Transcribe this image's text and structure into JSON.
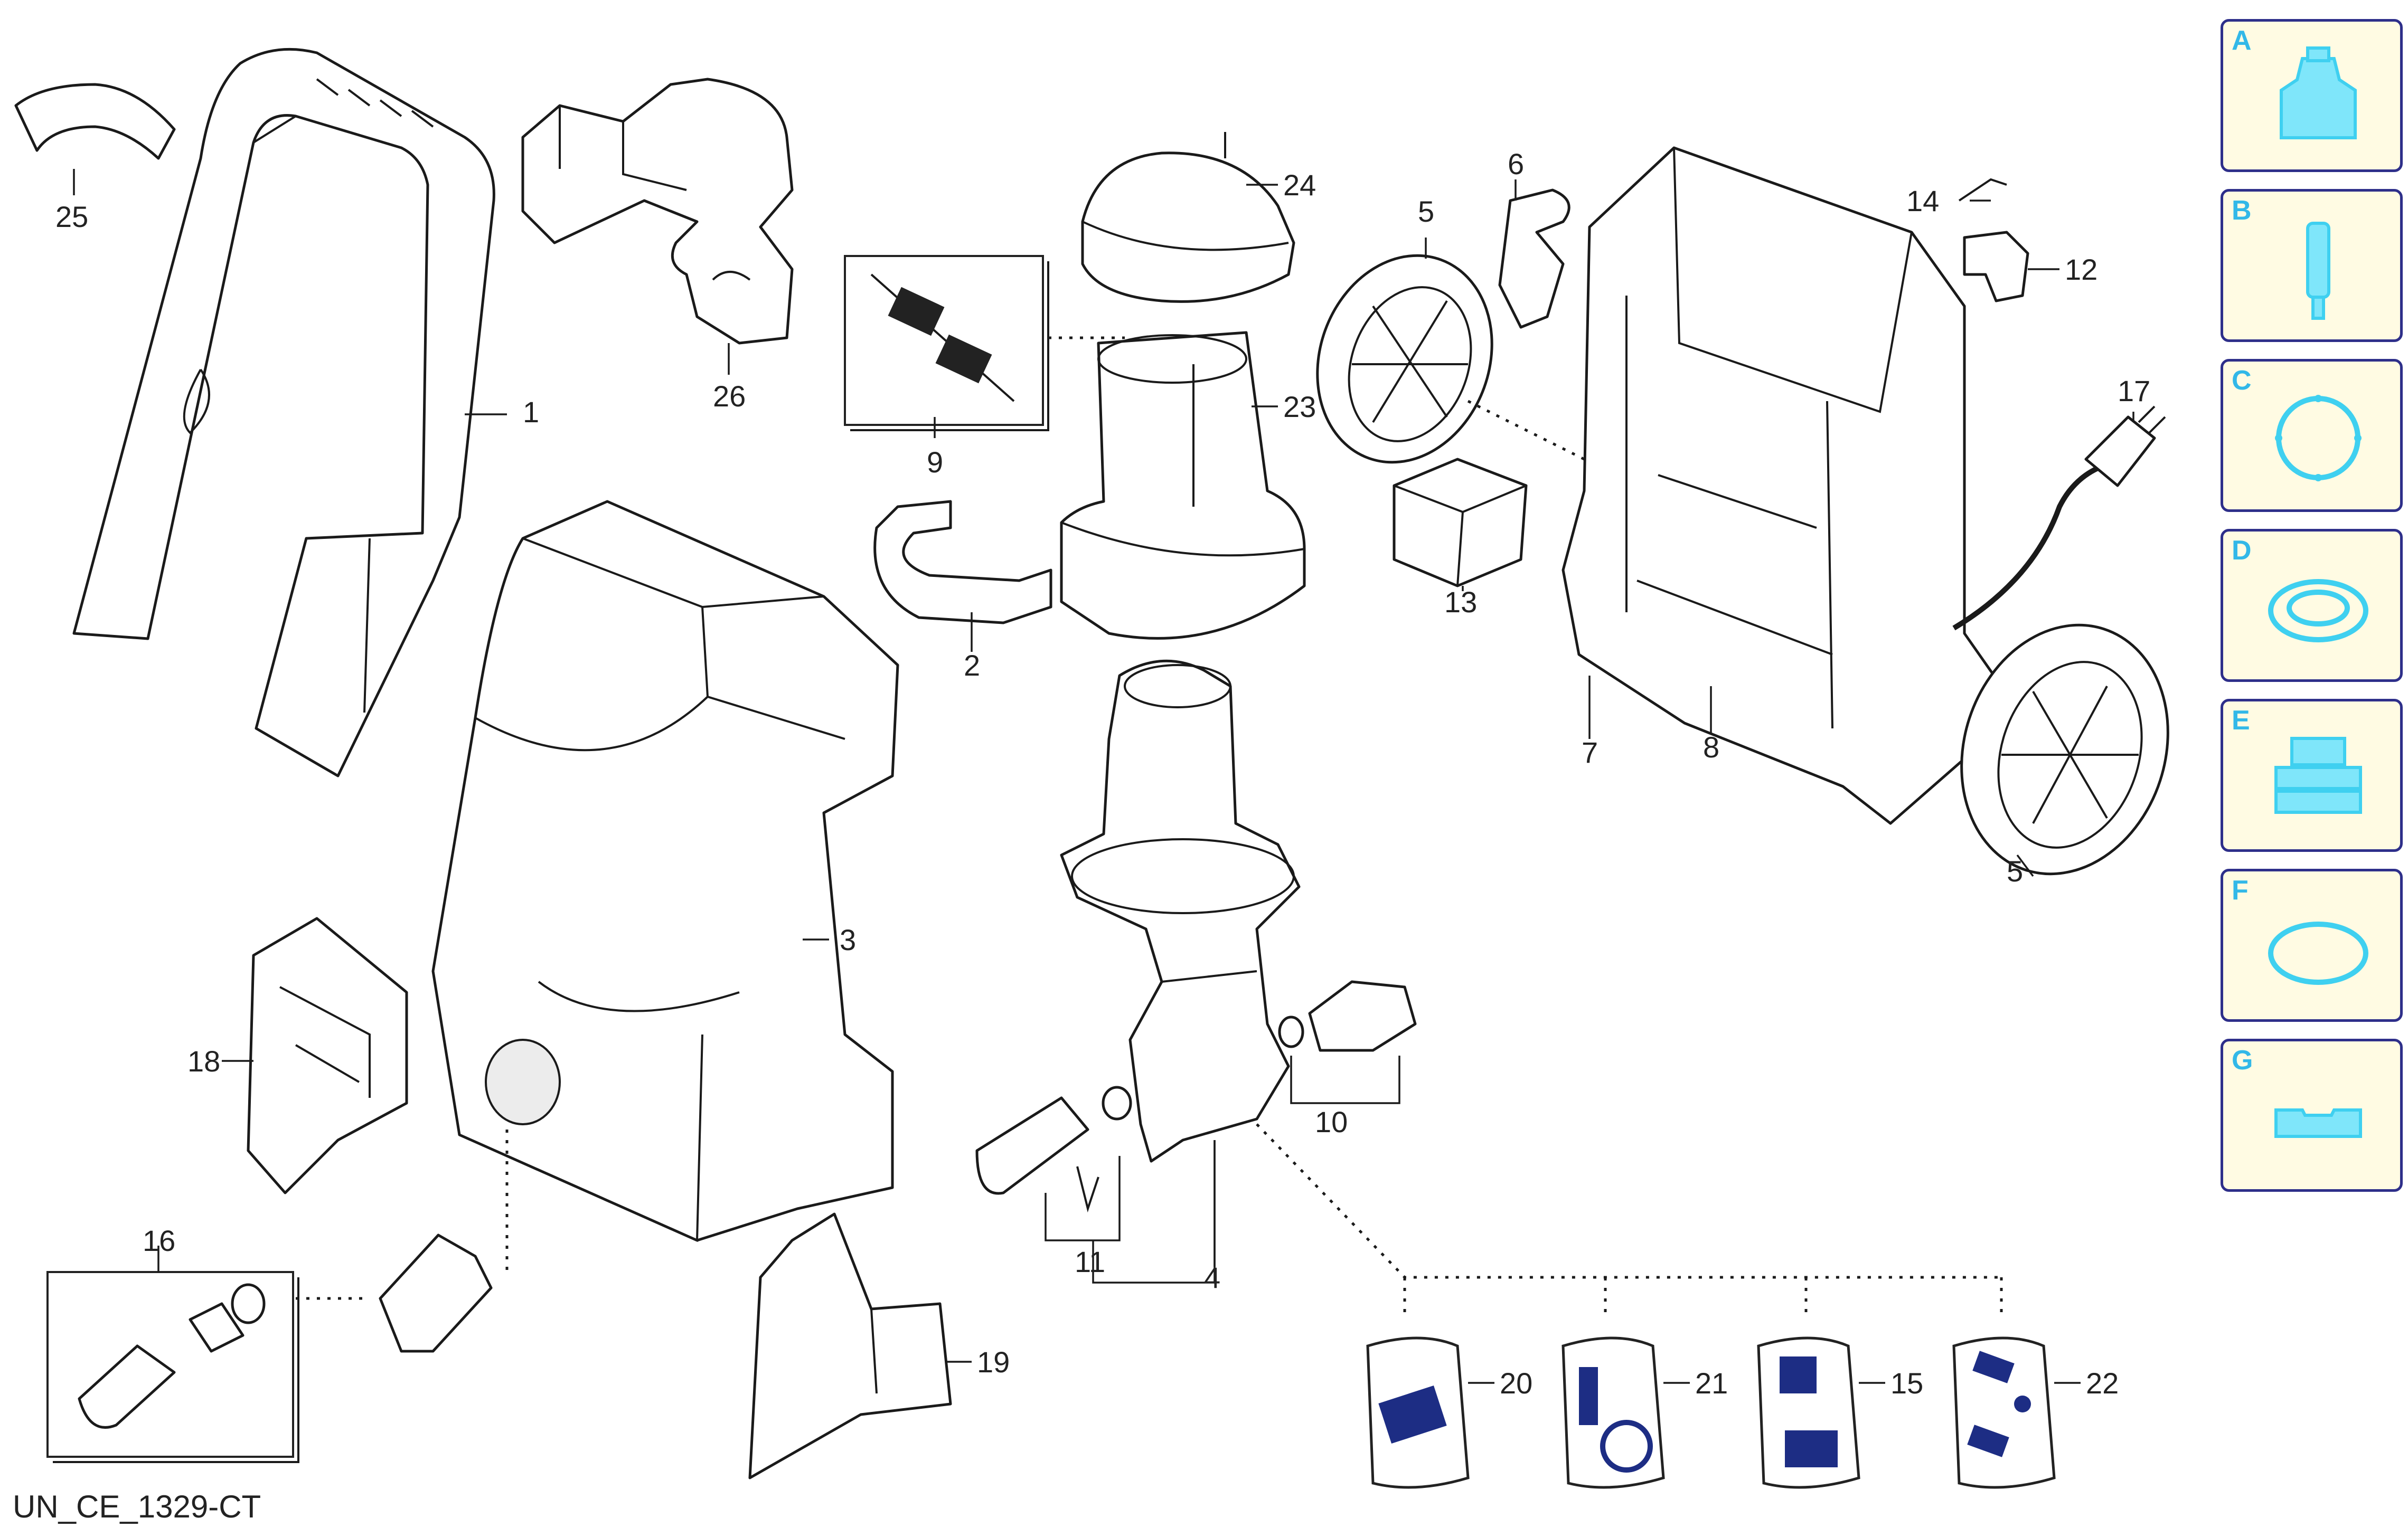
{
  "document_code": "UN_CE_1329-CT",
  "callouts": [
    "1",
    "2",
    "3",
    "4",
    "5",
    "5",
    "6",
    "7",
    "8",
    "9",
    "10",
    "11",
    "12",
    "13",
    "14",
    "15",
    "16",
    "17",
    "18",
    "19",
    "20",
    "21",
    "22",
    "23",
    "24",
    "25",
    "26"
  ],
  "legend": [
    {
      "letter": "A",
      "icon": "nozzle-icon"
    },
    {
      "letter": "B",
      "icon": "pin-icon"
    },
    {
      "letter": "C",
      "icon": "gasket-ring-icon"
    },
    {
      "letter": "D",
      "icon": "seal-ring-icon"
    },
    {
      "letter": "E",
      "icon": "threaded-coupling-icon"
    },
    {
      "letter": "F",
      "icon": "o-ring-icon"
    },
    {
      "letter": "G",
      "icon": "base-plate-icon"
    }
  ],
  "colors": {
    "legend_border": "#2e2f8a",
    "legend_bg": "#fffbe3",
    "legend_icon": "#3fd0f0",
    "kit_icon": "#1d2d84"
  }
}
